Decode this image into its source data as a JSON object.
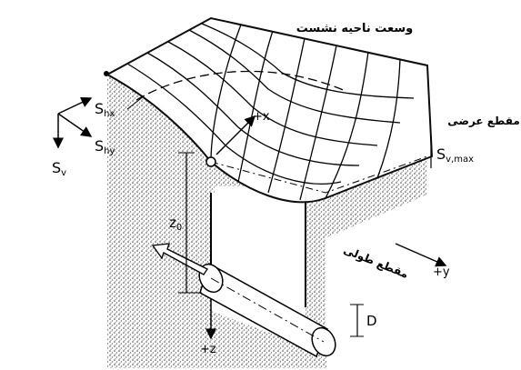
{
  "labels": {
    "settlement_area": "وسعت ناحیه نشست",
    "cross_section": "مقطع عرضی",
    "longitudinal_section": "مقطع طولی",
    "shx_main": "S",
    "shx_sub": "hx",
    "shy_main": "S",
    "shy_sub": "hy",
    "sv_main": "S",
    "sv_sub": "v",
    "svmax_main": "S",
    "svmax_sub": "v,max",
    "x_axis": "+x",
    "y_axis": "+y",
    "z_axis": "+z",
    "z0_main": "z",
    "z0_sub": "0",
    "diameter": "D"
  },
  "colors": {
    "ink": "#000000",
    "soil": "#555555",
    "background": "#ffffff"
  }
}
